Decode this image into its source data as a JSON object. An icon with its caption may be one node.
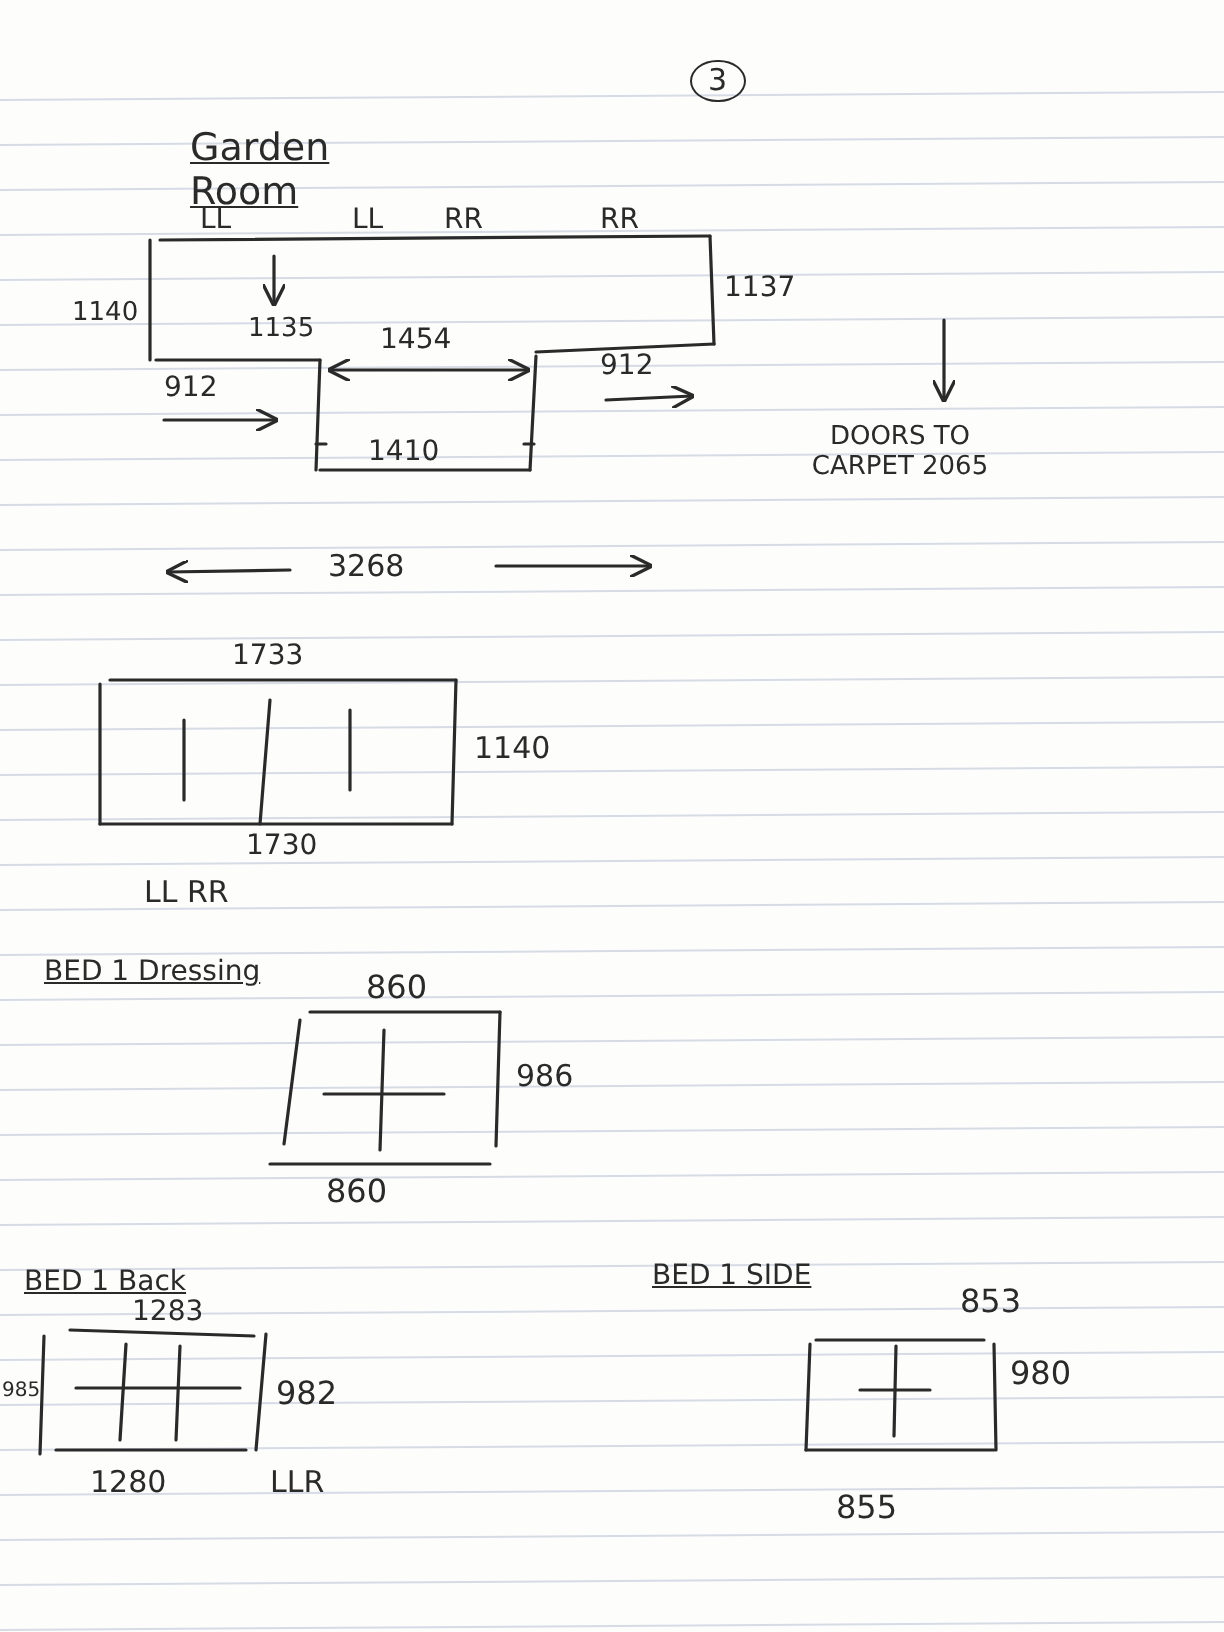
{
  "diagram": {
    "labels": [
      "3",
      "Garden Room",
      "LL",
      "LL",
      "RR",
      "RR",
      "1140",
      "1135",
      "1137",
      "1454",
      "912",
      "912",
      "1410",
      "DOORS TO CARPET 2065",
      "3268",
      "1733",
      "1140",
      "1730",
      "LL RR",
      "BED 1 Dressing",
      "860",
      "986",
      "860",
      "BED 1 Back",
      "1283",
      "985",
      "982",
      "1280",
      "LLR",
      "BED 1 SIDE",
      "853",
      "980",
      "855"
    ]
  }
}
